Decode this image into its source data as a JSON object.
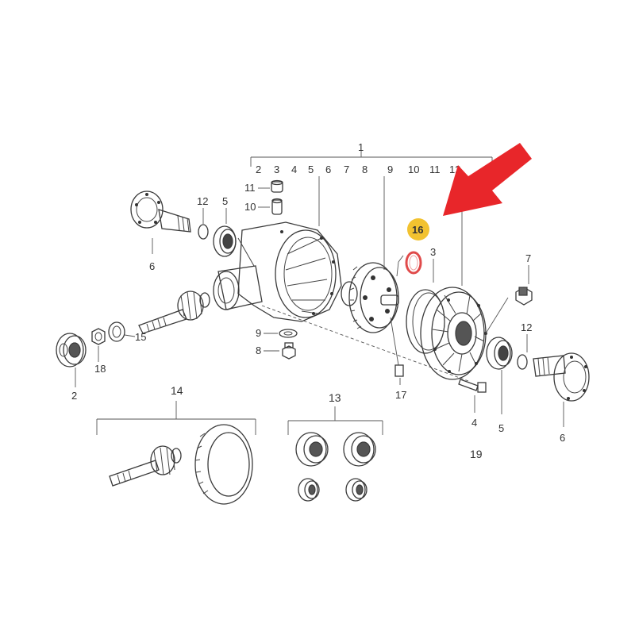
{
  "labels": {
    "n1": "1",
    "n2a": "2",
    "n3a": "3",
    "n4a": "4",
    "n5a": "5",
    "n6a": "6",
    "n7a": "7",
    "n8a": "8",
    "n9a": "9",
    "n10a": "10",
    "n11a": "11",
    "n12a": "12",
    "n10b": "10",
    "n11b": "11",
    "n12b": "12",
    "n5b": "5",
    "n6b": "6",
    "n15": "15",
    "n18": "18",
    "n2b": "2",
    "n9b": "9",
    "n8b": "8",
    "n17": "17",
    "n3b": "3",
    "n7b": "7",
    "n12c": "12",
    "n4b": "4",
    "n5c": "5",
    "n6c": "6",
    "n14": "14",
    "n13": "13",
    "n19": "19"
  },
  "highlight": {
    "label": "16",
    "badge_color": "#f2c230",
    "ring_color": "#e04a4a"
  },
  "arrow_color": "#e8262a"
}
